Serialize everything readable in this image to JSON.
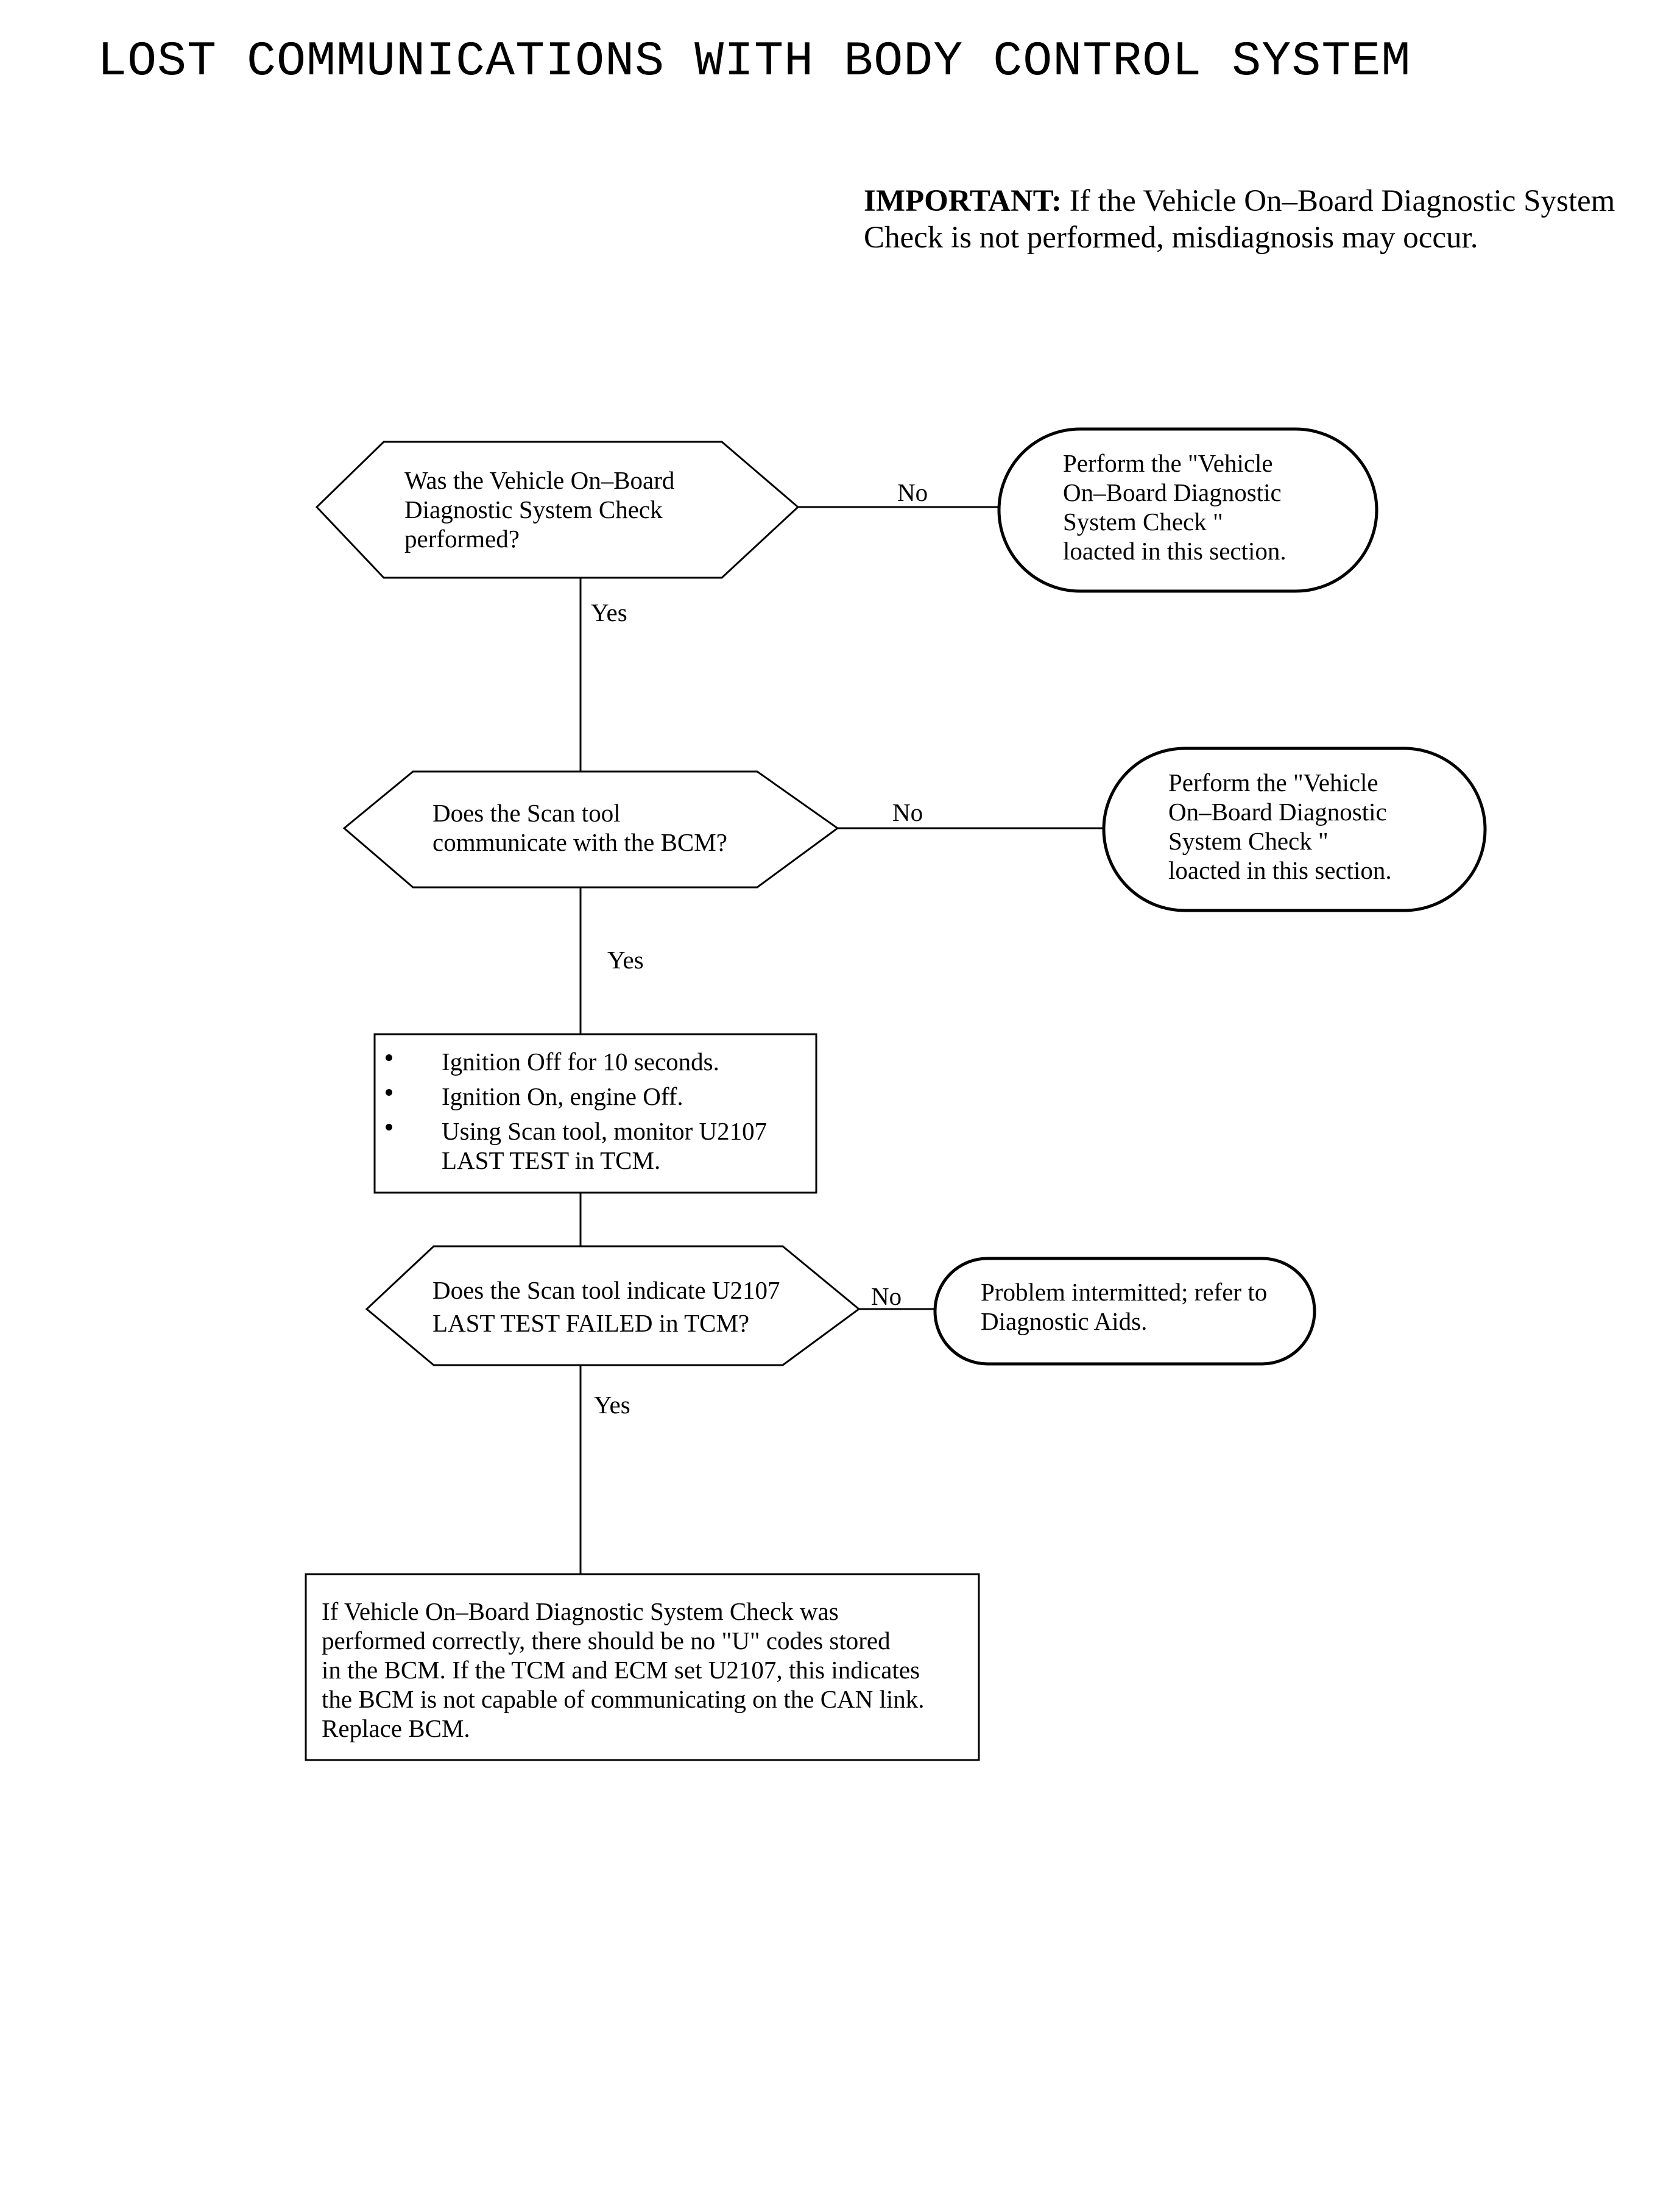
{
  "title": "LOST COMMUNICATIONS WITH BODY CONTROL SYSTEM",
  "important": {
    "label": "IMPORTANT:",
    "text": "If the Vehicle  On–Board Diagnostic System Check is not performed, misdiagnosis may occur."
  },
  "flow": {
    "decision1": {
      "lines": [
        "Was the Vehicle On–Board",
        "Diagnostic System Check",
        "performed?"
      ]
    },
    "terminal1": {
      "lines": [
        "Perform the \"Vehicle",
        "On–Board Diagnostic",
        "System Check \"",
        "loacted in this section."
      ]
    },
    "decision2": {
      "lines": [
        "Does the Scan tool",
        "communicate with the BCM?"
      ]
    },
    "terminal2": {
      "lines": [
        "Perform the \"Vehicle",
        "On–Board Diagnostic",
        "System Check \"",
        "loacted in this section."
      ]
    },
    "steps": {
      "items": [
        {
          "lines": [
            "Ignition Off for 10 seconds."
          ]
        },
        {
          "lines": [
            "Ignition On, engine Off."
          ]
        },
        {
          "lines": [
            "Using Scan tool, monitor U2107",
            "LAST TEST in TCM."
          ]
        }
      ]
    },
    "decision3": {
      "lines": [
        "Does the Scan tool indicate U2107",
        "LAST TEST FAILED in TCM?"
      ]
    },
    "terminal3": {
      "lines": [
        "Problem intermitted; refer to",
        "Diagnostic Aids."
      ]
    },
    "final": {
      "lines": [
        "If Vehicle On–Board Diagnostic System Check was",
        "performed correctly, there should be no \"U\" codes stored",
        "in the BCM.  If the TCM and ECM set U2107, this indicates",
        "the BCM is not capable of communicating on the CAN link.",
        "Replace BCM."
      ]
    },
    "labels": {
      "no1": "No",
      "yes1": "Yes",
      "no2": "No",
      "yes2": "Yes",
      "no3": "No",
      "yes3": "Yes"
    }
  }
}
